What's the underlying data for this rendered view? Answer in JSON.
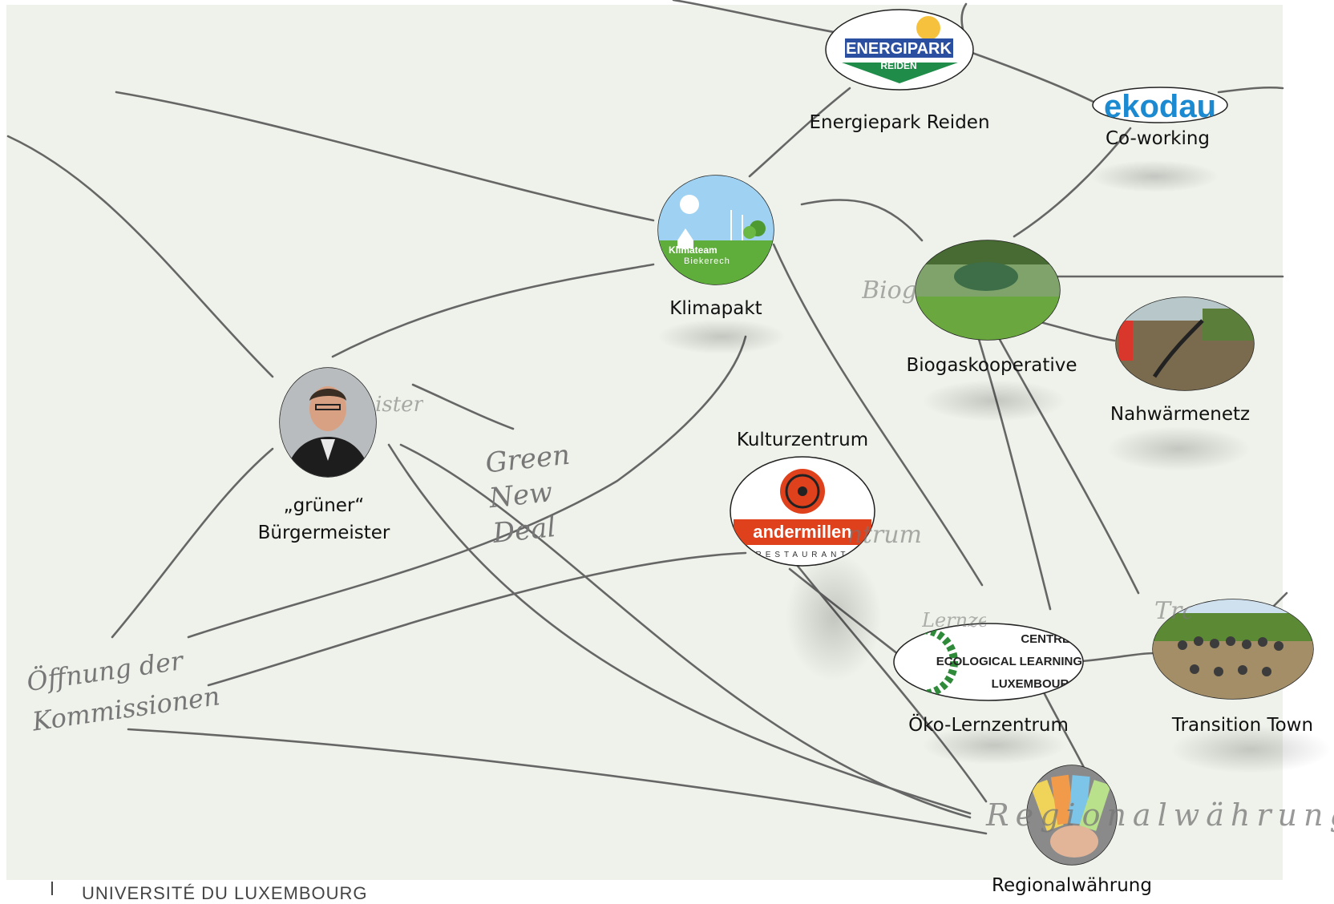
{
  "nodes": [
    {
      "id": "energiepark",
      "label": "Energiepark Reiden",
      "logo_text": "ENERGIPARK",
      "logo_sub": "REIDEN",
      "icon": "energipark-logo"
    },
    {
      "id": "coworking",
      "label": "Co-working",
      "logo_text": "ekodau",
      "icon": "ekodau-logo"
    },
    {
      "id": "klimapakt",
      "label": "Klimapakt",
      "logo_text": "Klimateam",
      "logo_sub": "Biekerech",
      "icon": "klimateam-logo"
    },
    {
      "id": "biogas",
      "label": "Biogaskooperative",
      "icon": "biogas-plant-photo"
    },
    {
      "id": "nahwaerme",
      "label": "Nahwärmenetz",
      "icon": "pipe-trench-photo"
    },
    {
      "id": "kultur",
      "label": "Kulturzentrum",
      "logo_text": "andermillen",
      "logo_sub": "RESTAURANT",
      "icon": "andermillen-logo"
    },
    {
      "id": "buergermeister",
      "label_lines": [
        "„grüner“",
        "Bürgermeister"
      ],
      "icon": "mayor-portrait-photo"
    },
    {
      "id": "oeko",
      "label": "Öko-Lernzentrum",
      "logo_lines": [
        "CENTRE",
        "ECOLOGICAL LEARNING",
        "LUXEMBOURG"
      ],
      "icon": "ecological-learning-logo"
    },
    {
      "id": "transition",
      "label": "Transition Town",
      "icon": "group-photo"
    },
    {
      "id": "regional",
      "label": "Regionalwährung",
      "icon": "banknotes-photo"
    }
  ],
  "handwriting": [
    "Green New Deal",
    "Öffnung der Kommissionen",
    "Regionalwährung",
    "Biogas",
    "Bürgermeister",
    "Kulturzentrum",
    "Transition",
    "Lernzentrum"
  ],
  "footer": "UNIVERSITÉ DU LUXEMBOURG",
  "colors": {
    "paper": "#eef2ea",
    "pencil": "#555555",
    "klimateam_green": "#5fae3c",
    "andermillen_red": "#e0411d",
    "energipark_blue": "#2b4fa0",
    "energipark_green": "#1f8c4a",
    "ekodau_blue": "#1c8ad0",
    "ekodau_green": "#6cbf3c"
  }
}
